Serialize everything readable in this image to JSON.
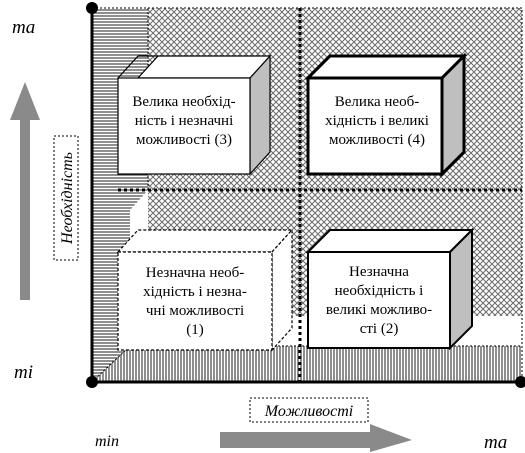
{
  "axes": {
    "y_top": "ma",
    "y_bottom": "mi",
    "x_left": "min",
    "x_right": "ma",
    "y_label": "Необхідність",
    "x_label": "Можливості"
  },
  "quadrants": {
    "q1": {
      "lines": [
        "Незначна необ-",
        "хідність і незна-",
        "чні можливості",
        "(1)"
      ]
    },
    "q2": {
      "lines": [
        "Незначна",
        "необхідність і",
        "великі можливо-",
        "сті (2)"
      ]
    },
    "q3": {
      "lines": [
        "Велика необхід-",
        "ність і незначні",
        "можливості (3)"
      ]
    },
    "q4": {
      "lines": [
        "Велика необ-",
        "хідність і великі",
        "можливості (4)"
      ]
    }
  }
}
